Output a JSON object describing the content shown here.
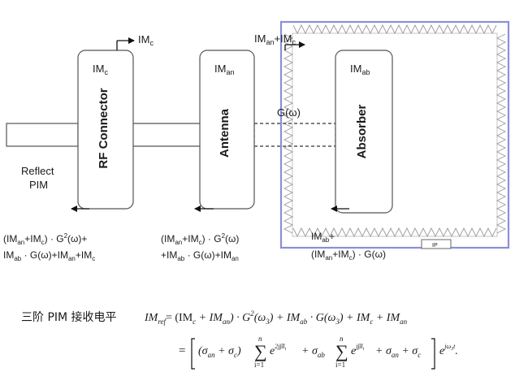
{
  "diagram": {
    "blocks": {
      "connector": {
        "label_main": "IM",
        "label_sub": "c",
        "vertical": "RF Connector"
      },
      "antenna": {
        "label_main": "IM",
        "label_sub": "an",
        "vertical": "Antenna"
      },
      "absorber": {
        "label_main": "IM",
        "label_sub": "ab",
        "vertical": "Absorber"
      }
    },
    "arrows": {
      "top_connector": {
        "main": "IM",
        "sub": "c"
      },
      "top_antenna": {
        "parts": [
          "IM",
          "an",
          "+IM",
          "c"
        ]
      }
    },
    "g_omega": "G(ω)",
    "reflect": {
      "line1": "Reflect",
      "line2": "PIM"
    },
    "eq_left": {
      "line1": [
        "(IM",
        "an",
        "+IM",
        "c",
        ") · G",
        "2",
        "(ω)+"
      ],
      "line2": [
        "IM",
        "ab",
        " · G(ω)+IM",
        "an",
        "+IM",
        "c"
      ]
    },
    "eq_mid": {
      "line1": [
        "(IM",
        "an",
        "+IM",
        "c",
        ") · G",
        "2",
        "(ω)"
      ],
      "line2": [
        "+IM",
        "ab",
        " · G(ω)+IM",
        "an"
      ]
    },
    "eq_right": {
      "line1": [
        "IM",
        "ab",
        "+"
      ],
      "line2": [
        "(IM",
        "an",
        "+IM",
        "c",
        ") · G(ω)"
      ]
    },
    "chamber_tag": "IP",
    "colors": {
      "chamber_border": "#8a8fd8",
      "wedge": "#9a9a9a",
      "box_stroke": "#555555"
    }
  },
  "formula": {
    "prefix": "三阶 PIM 接收电平",
    "line1": {
      "lhs": "IM",
      "lhs_sub": "ref",
      "rhs": [
        "= (IM",
        "c",
        " + IM",
        "an",
        ") · G",
        "2",
        "(ω",
        "3",
        ") + IM",
        "ab",
        " · G(ω",
        "3",
        ") + IM",
        "c",
        " + IM",
        "an"
      ]
    },
    "line2": {
      "eq": "=",
      "a": [
        "(σ",
        "an",
        " + σ",
        "c",
        ")"
      ],
      "sum_top": "n",
      "sum_bot": "i=1",
      "e1": "e",
      "e1_sup": "2jβl",
      "e1_supsub": "i",
      "plus1": "+ σ",
      "sigma_ab_sub": "ab",
      "e2": "e",
      "e2_sup": "jβl",
      "e2_supsub": "i",
      "tail": [
        "+ σ",
        "an",
        " + σ",
        "c"
      ],
      "exp": "e",
      "exp_sup": "jω",
      "exp_supsub": "3",
      "exp_supt": "t",
      "end": "."
    }
  }
}
